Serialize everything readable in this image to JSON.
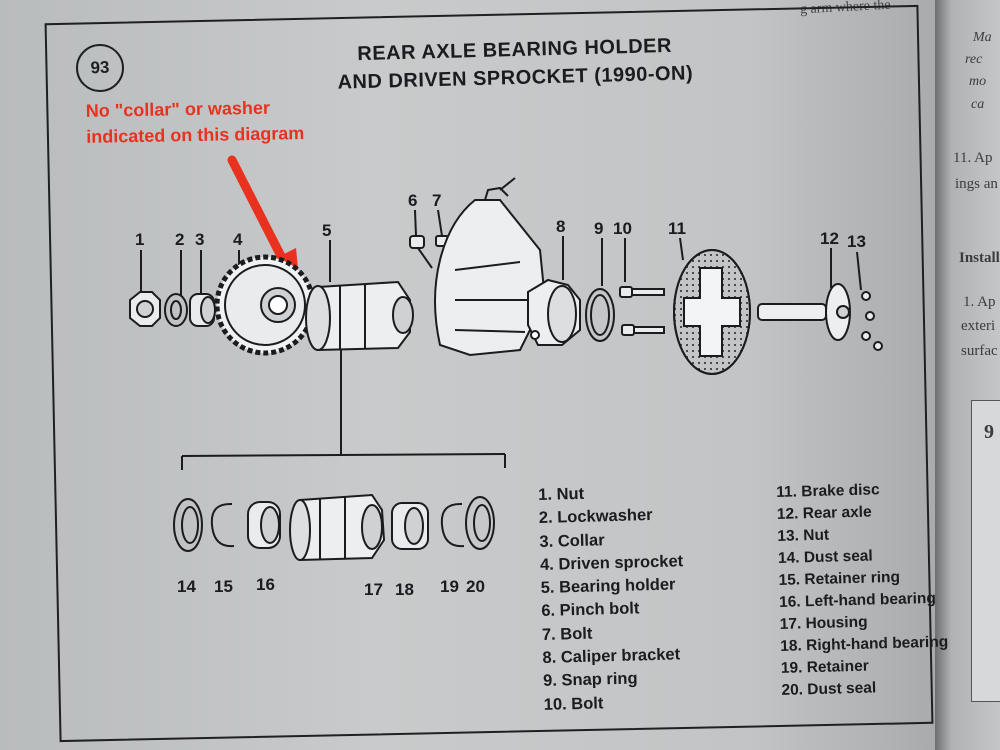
{
  "figure_number": "93",
  "title_line1": "REAR AXLE BEARING HOLDER",
  "title_line2": "AND DRIVEN SPROCKET (1990-ON)",
  "annotation_line1": "No \"collar\" or washer",
  "annotation_line2": "indicated on this diagram",
  "annotation_color": "#e8321f",
  "top_text": "g arm where the",
  "callout_numbers_top": [
    "1",
    "2",
    "3",
    "4",
    "5",
    "6",
    "7",
    "8",
    "9",
    "10",
    "11",
    "12",
    "13"
  ],
  "callout_numbers_bottom": [
    "14",
    "15",
    "16",
    "17",
    "18",
    "19",
    "20"
  ],
  "legend_left": [
    "1. Nut",
    "2. Lockwasher",
    "3. Collar",
    "4. Driven sprocket",
    "5. Bearing holder",
    "6. Pinch bolt",
    "7. Bolt",
    "8. Caliper bracket",
    "9. Snap ring",
    "10. Bolt"
  ],
  "legend_right": [
    "11. Brake disc",
    "12. Rear axle",
    "13. Nut",
    "14. Dust seal",
    "15. Retainer ring",
    "16. Left-hand bearing",
    "17. Housing",
    "18. Right-hand bearing",
    "19. Retainer",
    "20. Dust seal"
  ],
  "right_page": {
    "lines": [
      "Ma",
      "rec",
      "mo",
      "ca",
      "11. Ap",
      "ings an",
      "Install",
      "1. Ap",
      "exteri",
      "surfac",
      "9"
    ]
  }
}
